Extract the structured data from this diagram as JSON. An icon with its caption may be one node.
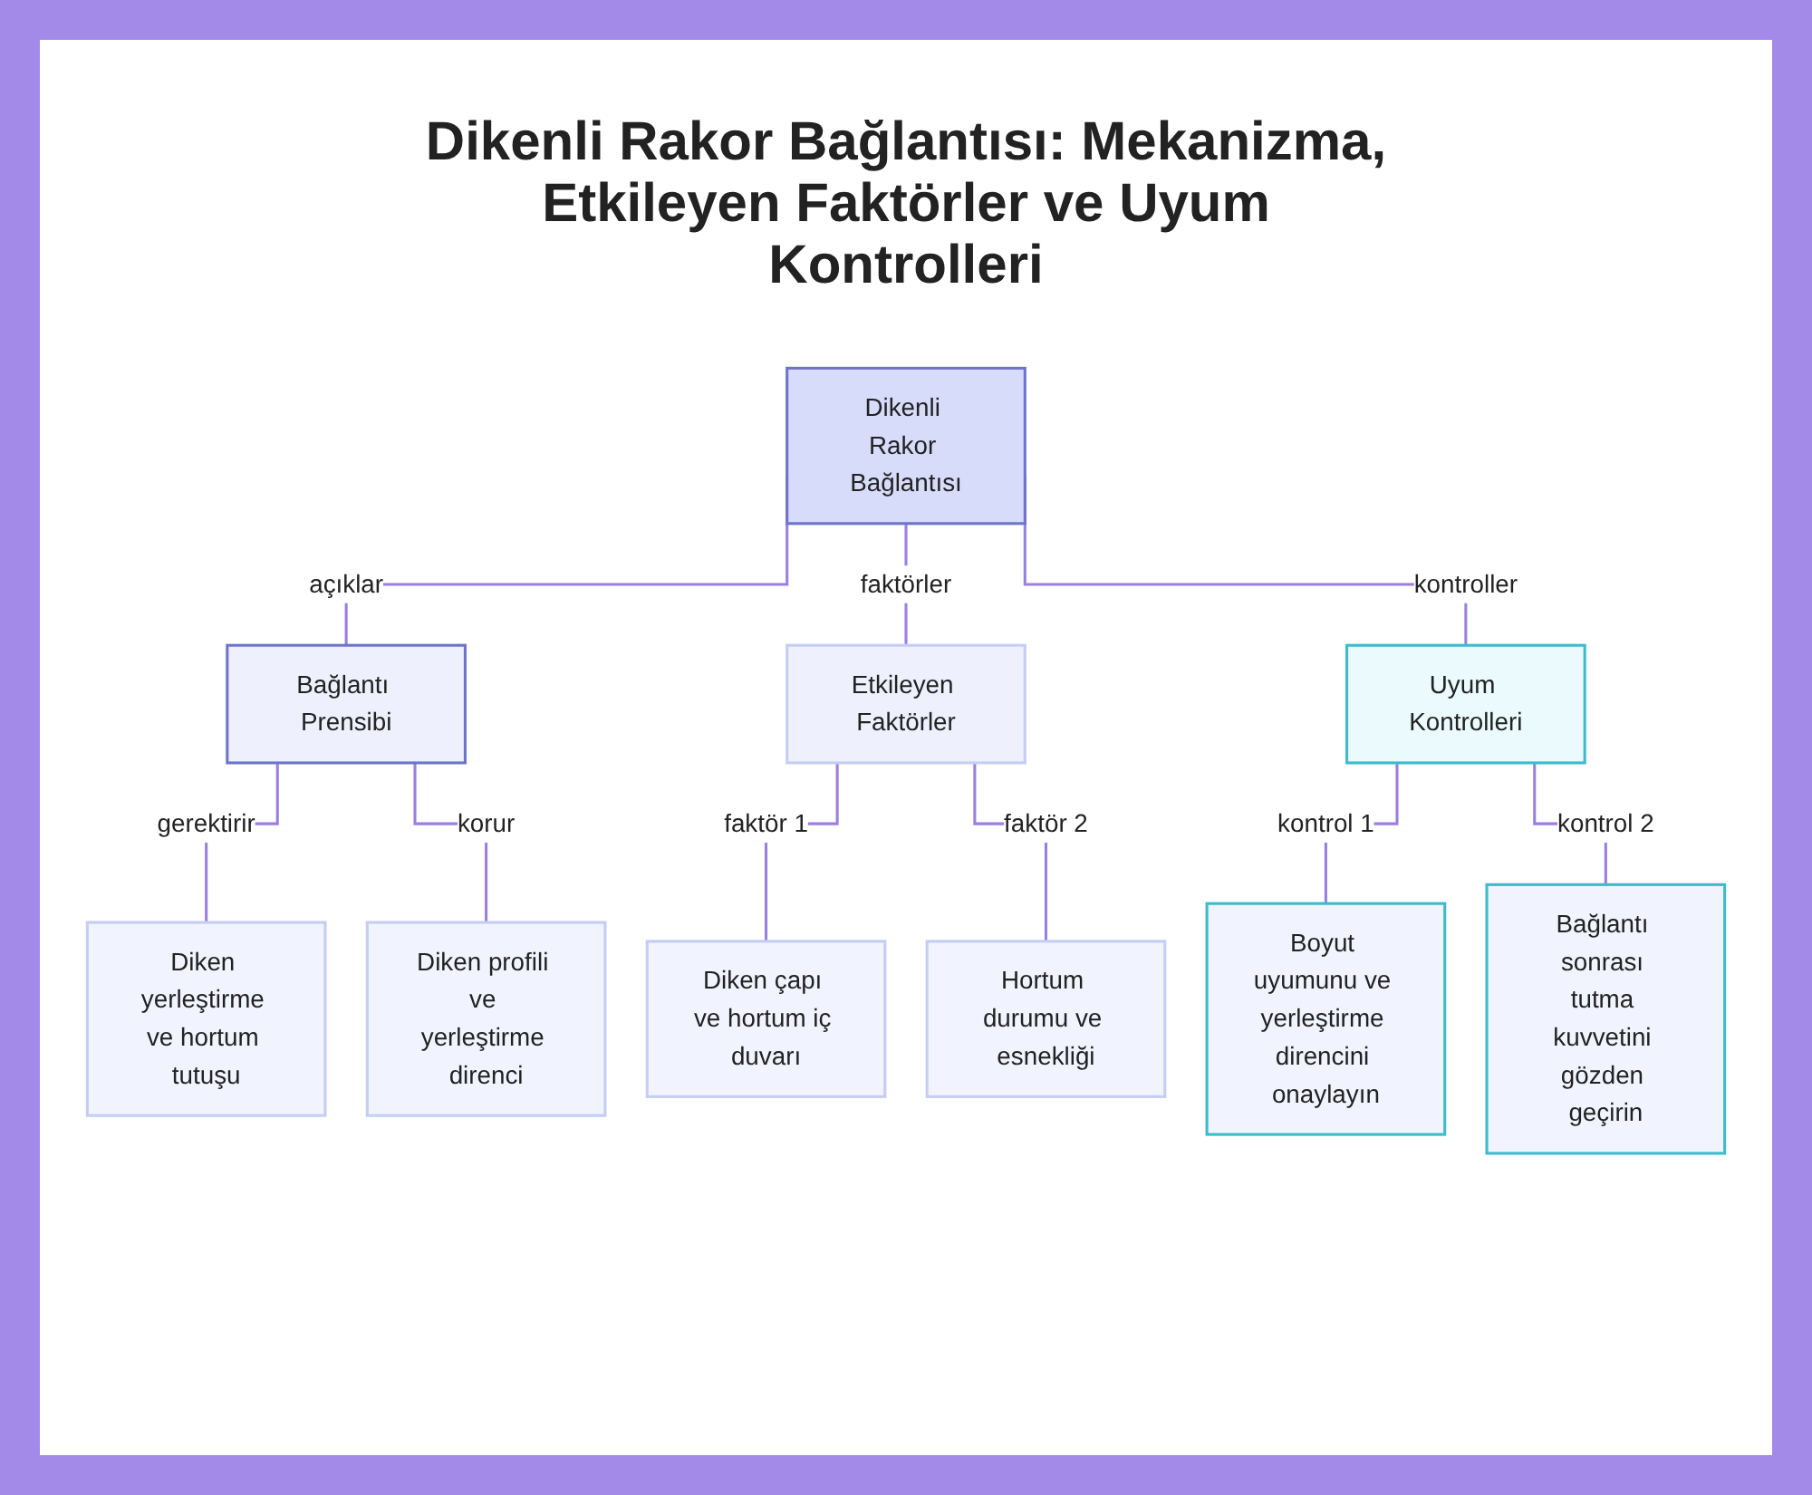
{
  "diagram": {
    "title": "Dikenli Rakor Bağlantısı: Mekanizma, Etkileyen Faktörler ve Uyum Kontrolleri",
    "nodes": [
      {
        "text": [
          "Dikenli Rakor Bağlantısı"
        ]
      },
      {
        "text": [
          "Bağlantı Prensibi"
        ]
      },
      {
        "text": [
          "Etkileyen Faktörler"
        ]
      },
      {
        "text": [
          "Uyum Kontrolleri"
        ]
      },
      {
        "text": [
          "Diken yerleştirme ve hortum tutuşu"
        ]
      },
      {
        "text": [
          "Diken profili ve yerleştirme direnci"
        ]
      },
      {
        "text": [
          "Diken çapı ve hortum iç duvarı"
        ]
      },
      {
        "text": [
          "Hortum durumu ve esnekliği"
        ]
      },
      {
        "text": [
          "Boyut uyumunu ve yerleştirme direncini onaylayın"
        ]
      },
      {
        "text": [
          "Bağlantı sonrası tutma kuvvetini gözden geçirin"
        ]
      }
    ],
    "edges": [
      {
        "from": 0,
        "to": 1,
        "arrow": "none",
        "label": "açıklar"
      },
      {
        "from": 0,
        "to": 2,
        "arrow": "none",
        "label": "faktörler"
      },
      {
        "from": 0,
        "to": 3,
        "arrow": "none",
        "label": "kontroller"
      },
      {
        "from": 1,
        "to": 4,
        "arrow": "none",
        "label": "gerektirir"
      },
      {
        "from": 1,
        "to": 5,
        "arrow": "none",
        "label": "korur"
      },
      {
        "from": 2,
        "to": 6,
        "arrow": "none",
        "label": "faktör 1"
      },
      {
        "from": 2,
        "to": 7,
        "arrow": "none",
        "label": "faktör 2"
      },
      {
        "from": 3,
        "to": 8,
        "arrow": "none",
        "label": "kontrol 1"
      },
      {
        "from": 3,
        "to": 9,
        "arrow": "none",
        "label": "kontrol 2"
      }
    ]
  }
}
